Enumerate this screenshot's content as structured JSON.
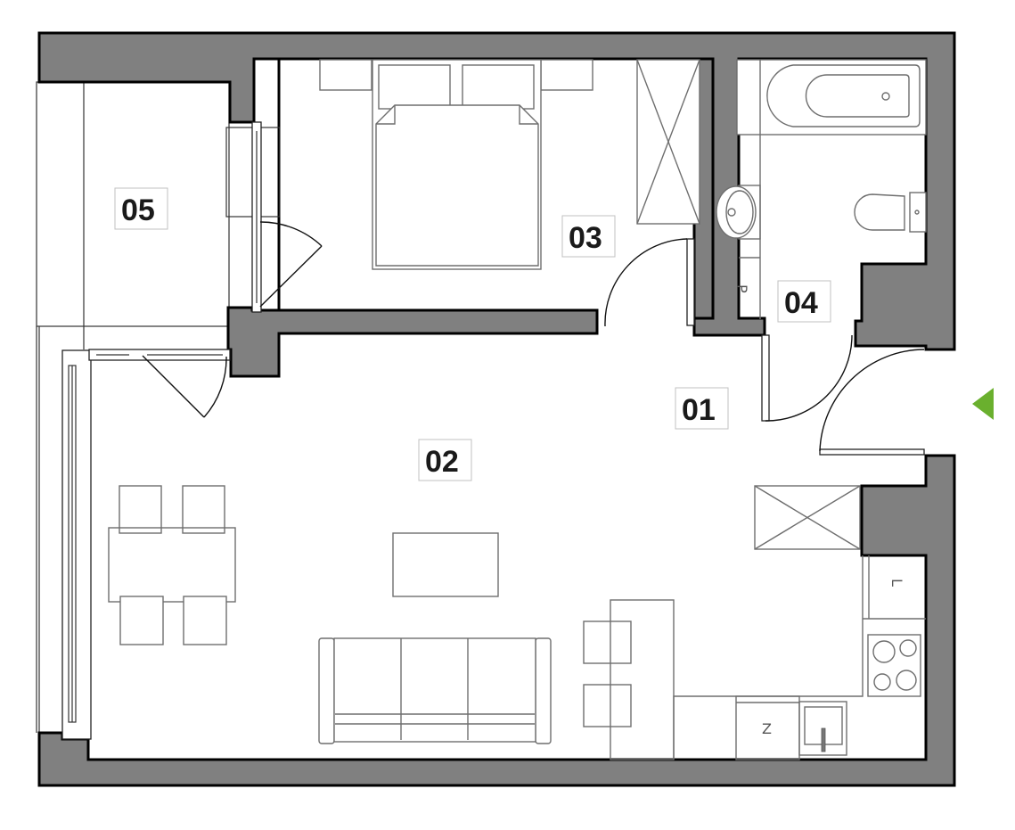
{
  "plan": {
    "type": "apartment-floor-plan",
    "wall_color": "#808080",
    "entrance_arrow_color": "#6ab02e",
    "rooms": [
      {
        "id": "01",
        "label": "01",
        "name": "hall"
      },
      {
        "id": "02",
        "label": "02",
        "name": "living-room-with-kitchen"
      },
      {
        "id": "03",
        "label": "03",
        "name": "bedroom"
      },
      {
        "id": "04",
        "label": "04",
        "name": "bathroom"
      },
      {
        "id": "05",
        "label": "05",
        "name": "balcony"
      }
    ],
    "fixture_marks": {
      "washing_machine": "P",
      "fridge": "L",
      "dishwasher": "Z"
    }
  }
}
